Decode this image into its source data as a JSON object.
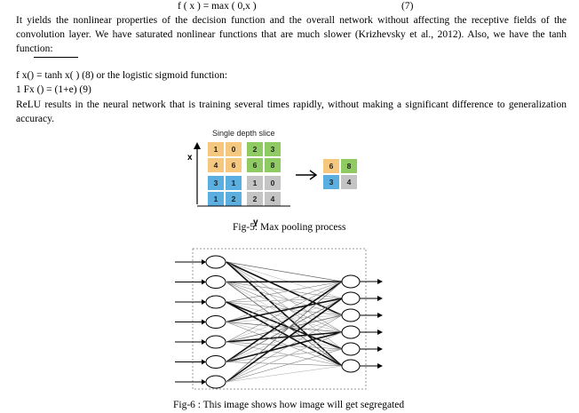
{
  "equation_relu": {
    "text": "f ( x ) = max ( 0,x )",
    "number": "(7)"
  },
  "paragraph_1": "It yields the nonlinear properties of the decision function and the overall network without affecting the receptive fields of the convolution layer. We have saturated nonlinear functions that are much slower (Krizhevsky et al., 2012). Also, we have the tanh function:",
  "equation_tanh": "f x() = tanh x( )   (8) or the logistic sigmoid function:",
  "equation_sigmoid": "1 Fx () = (1+e)    (9)",
  "paragraph_2": "ReLU results in the neural network that is training several times rapidly, without making a significant difference to generalization accuracy.",
  "fig5": {
    "title": "Single depth slice",
    "axis_x": "x",
    "axis_y": "y",
    "grid": [
      [
        "1",
        "0",
        "2",
        "3"
      ],
      [
        "4",
        "6",
        "6",
        "8"
      ],
      [
        "3",
        "1",
        "1",
        "0"
      ],
      [
        "1",
        "2",
        "2",
        "4"
      ]
    ],
    "pooled": [
      [
        "6",
        "8"
      ],
      [
        "3",
        "4"
      ]
    ],
    "caption": "Fig-5:  Max pooling process",
    "colors": {
      "orange": "#f5c77f",
      "green": "#8fcb62",
      "blue": "#5aaee0",
      "gray": "#c4c4c4"
    }
  },
  "fig6": {
    "caption": "Fig-6 : This image shows how image will get segregated",
    "input_nodes": 7,
    "output_nodes": 6
  }
}
